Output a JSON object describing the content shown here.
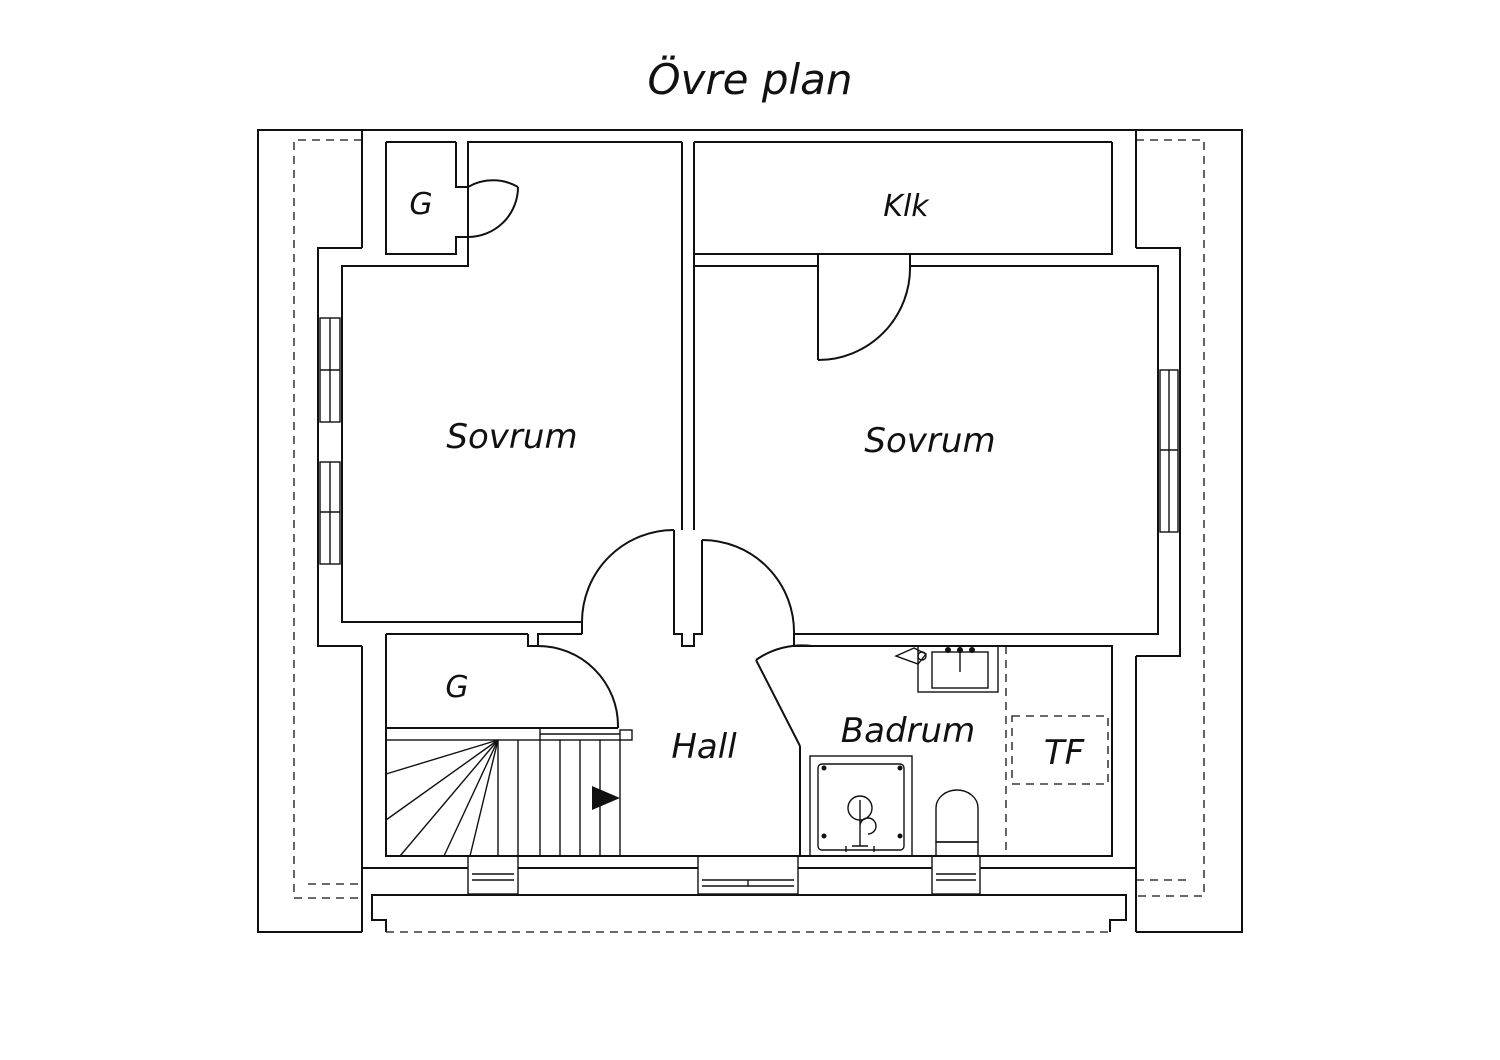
{
  "plan": {
    "title": "Övre plan",
    "rooms": {
      "closet_top": "G",
      "walk_in_closet": "Klk",
      "bedroom_left": "Sovrum",
      "bedroom_right": "Sovrum",
      "closet_lower": "G",
      "hall": "Hall",
      "bathroom": "Badrum",
      "laundry": "TF"
    }
  }
}
